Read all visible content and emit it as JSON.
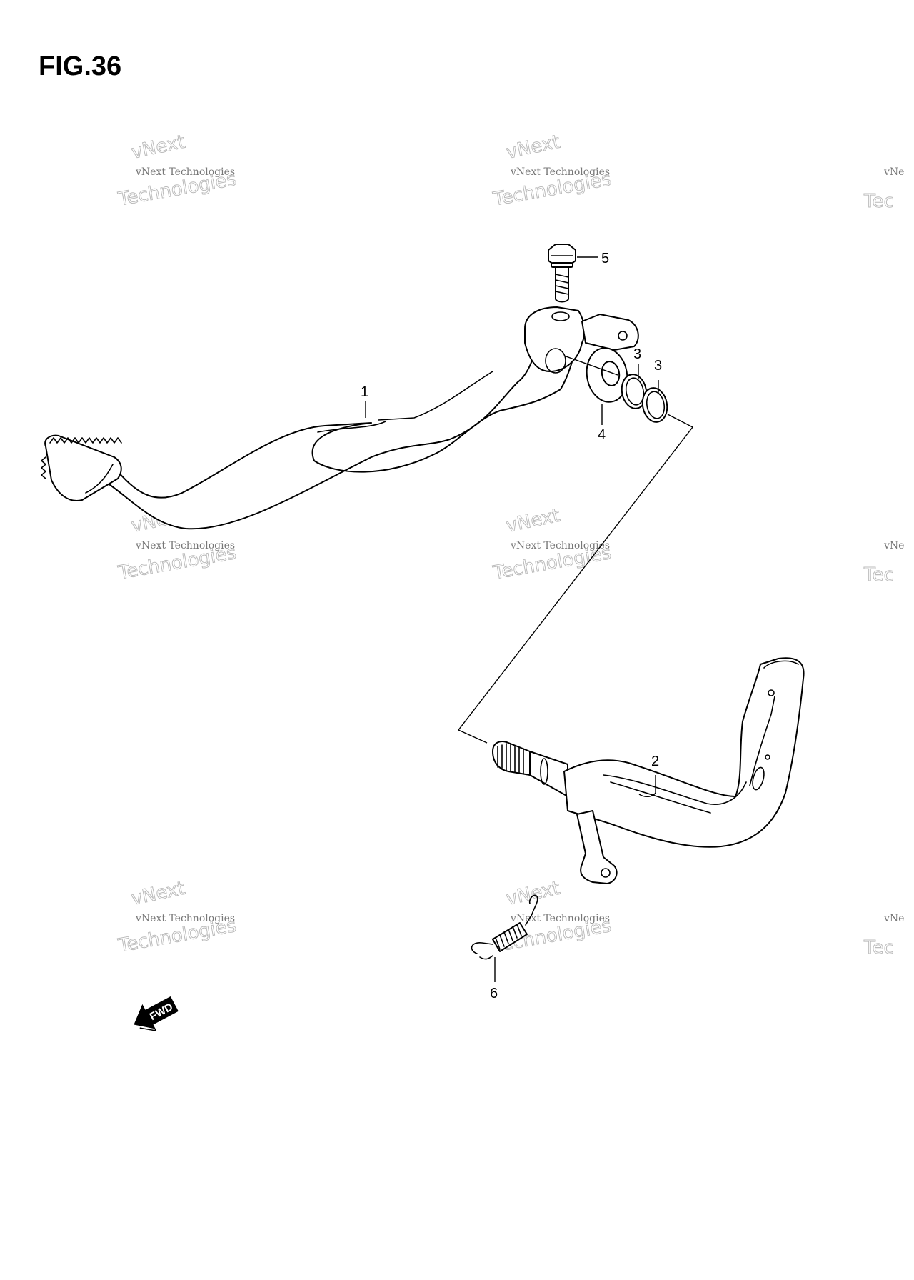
{
  "figure": {
    "title": "FIG.36"
  },
  "callouts": {
    "p1": "1",
    "p2": "2",
    "p3a": "3",
    "p3b": "3",
    "p4": "4",
    "p5": "5",
    "p6": "6"
  },
  "watermark": {
    "line1": "vNext Technologies",
    "line2": "vNext",
    "line3": "Technologies",
    "partial1": "vNe",
    "partial2": "Tec"
  },
  "direction_badge": {
    "label": "FWD",
    "icon": "fwd-arrow-icon"
  }
}
